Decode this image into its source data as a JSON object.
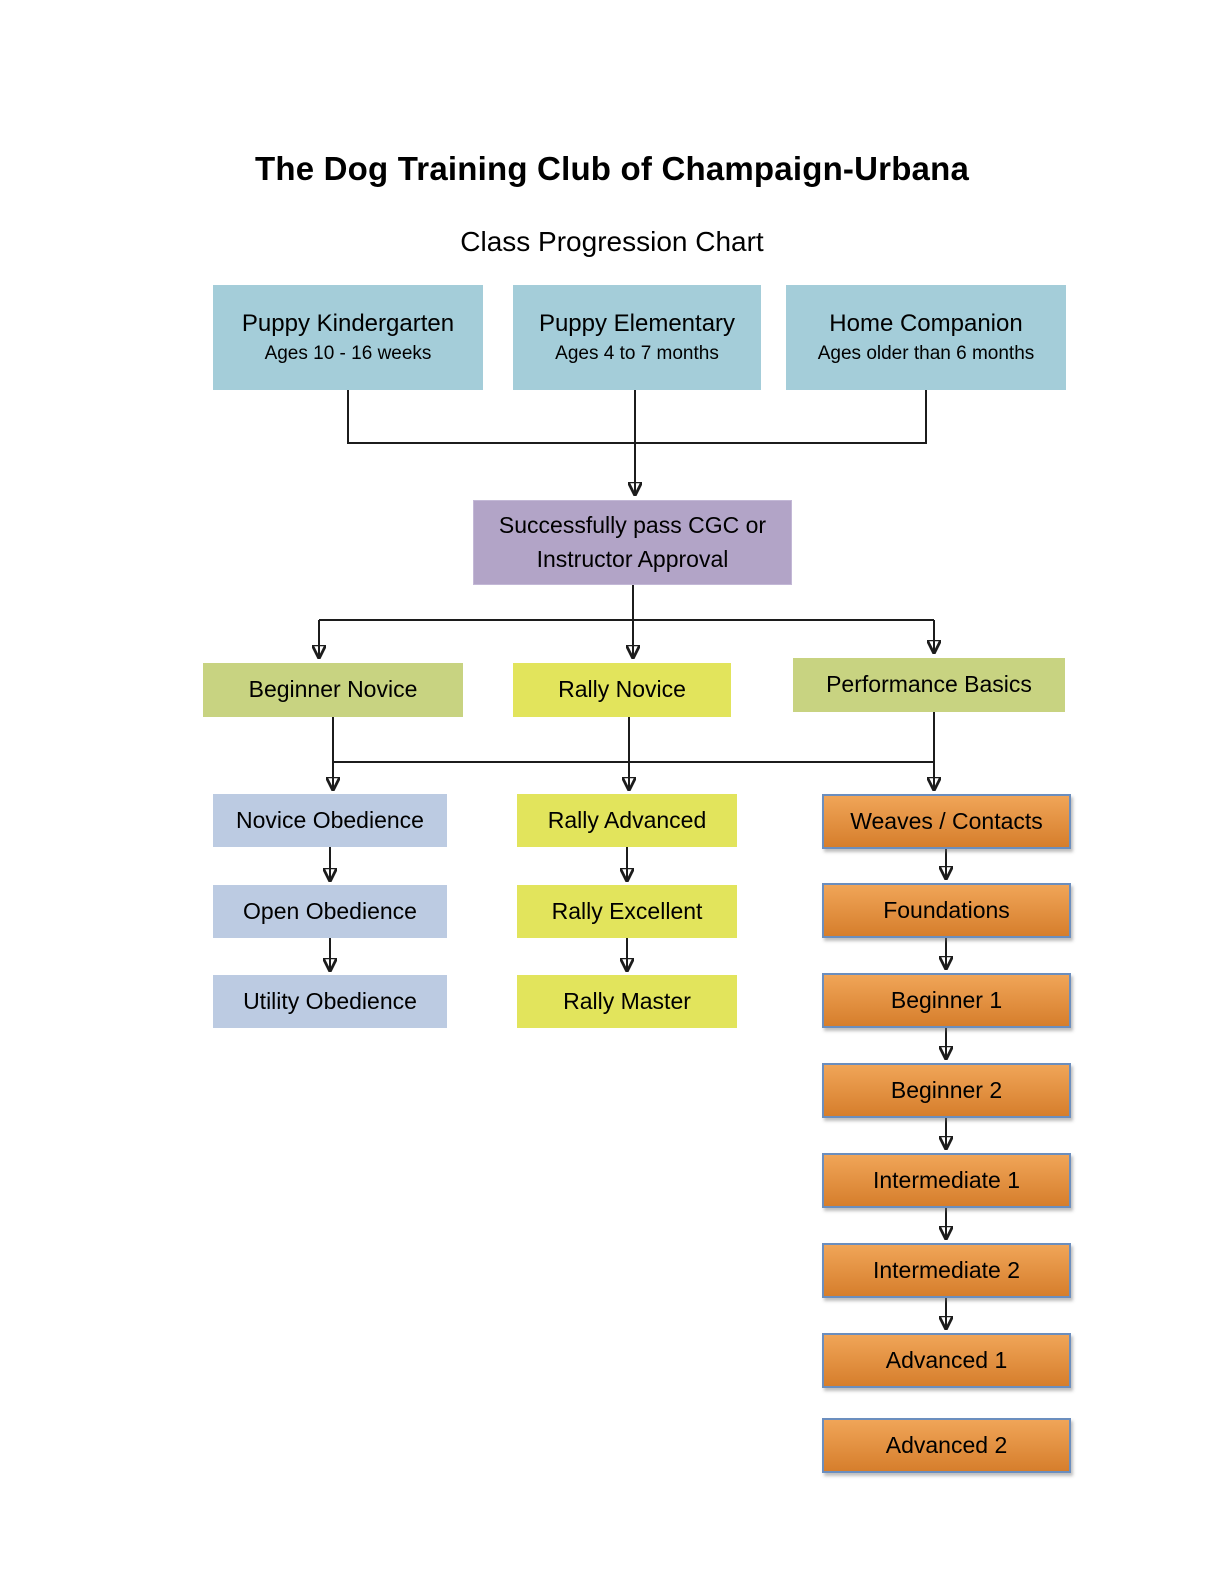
{
  "page": {
    "title": "The Dog Training Club of Champaign-Urbana",
    "subtitle": "Class Progression Chart"
  },
  "entry": [
    {
      "label": "Puppy Kindergarten",
      "ages": "Ages 10 - 16 weeks"
    },
    {
      "label": "Puppy Elementary",
      "ages": "Ages 4 to 7 months"
    },
    {
      "label": "Home Companion",
      "ages": "Ages older than 6 months"
    }
  ],
  "gate": {
    "label": "Successfully pass CGC or Instructor Approval"
  },
  "tracks": {
    "beginner_novice": "Beginner Novice",
    "rally_novice": "Rally Novice",
    "performance_basics": "Performance Basics"
  },
  "columns": {
    "obedience": [
      "Novice Obedience",
      "Open Obedience",
      "Utility Obedience"
    ],
    "rally": [
      "Rally Advanced",
      "Rally Excellent",
      "Rally Master"
    ],
    "agility": [
      "Weaves / Contacts",
      "Foundations",
      "Beginner 1",
      "Beginner 2",
      "Intermediate 1",
      "Intermediate 2",
      "Advanced 1",
      "Advanced 2"
    ]
  },
  "colors": {
    "entry_blue": "#a4cdd9",
    "gate_purple": "#b2a4c7",
    "track_olive": "#c8d381",
    "rally_yellow": "#e2e45c",
    "obedience_blue": "#bccbe2",
    "agility_orange_top": "#f0a558",
    "agility_orange_bottom": "#d67e2c",
    "agility_border": "#6b8ebe",
    "line": "#1c1c1c"
  }
}
